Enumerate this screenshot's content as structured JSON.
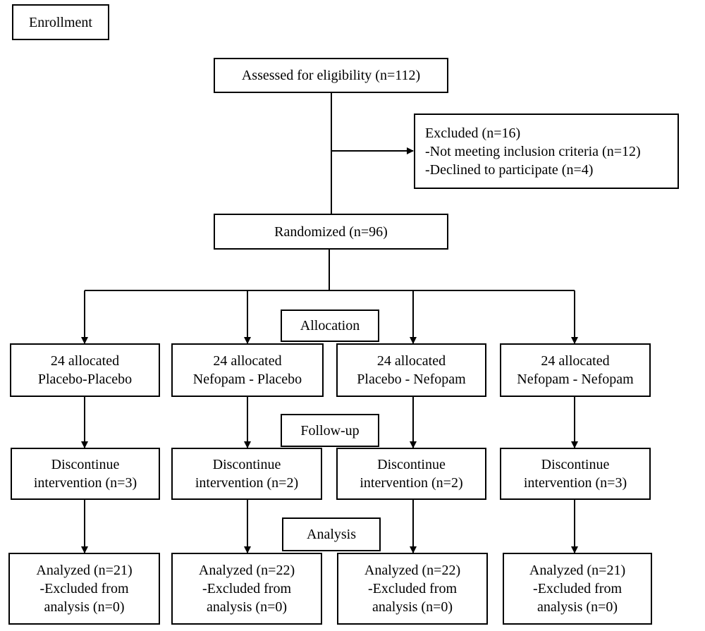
{
  "stages": {
    "enrollment": "Enrollment",
    "allocation": "Allocation",
    "followup": "Follow-up",
    "analysis": "Analysis"
  },
  "assessed": "Assessed for eligibility (n=112)",
  "excluded": {
    "title": "Excluded (n=16)",
    "line1": "-Not meeting inclusion criteria (n=12)",
    "line2": "-Declined to participate (n=4)"
  },
  "randomized": "Randomized (n=96)",
  "arms": [
    {
      "alloc_line1": "24 allocated",
      "alloc_line2": "Placebo-Placebo",
      "disc_line1": "Discontinue",
      "disc_line2": "intervention (n=3)",
      "an_line1": "Analyzed (n=21)",
      "an_line2": "-Excluded from",
      "an_line3": "analysis (n=0)"
    },
    {
      "alloc_line1": "24 allocated",
      "alloc_line2": "Nefopam - Placebo",
      "disc_line1": "Discontinue",
      "disc_line2": "intervention (n=2)",
      "an_line1": "Analyzed (n=22)",
      "an_line2": "-Excluded from",
      "an_line3": "analysis (n=0)"
    },
    {
      "alloc_line1": "24 allocated",
      "alloc_line2": "Placebo - Nefopam",
      "disc_line1": "Discontinue",
      "disc_line2": "intervention (n=2)",
      "an_line1": "Analyzed (n=22)",
      "an_line2": "-Excluded from",
      "an_line3": "analysis (n=0)"
    },
    {
      "alloc_line1": "24 allocated",
      "alloc_line2": "Nefopam - Nefopam",
      "disc_line1": "Discontinue",
      "disc_line2": "intervention (n=3)",
      "an_line1": "Analyzed (n=21)",
      "an_line2": "-Excluded from",
      "an_line3": "analysis (n=0)"
    }
  ]
}
